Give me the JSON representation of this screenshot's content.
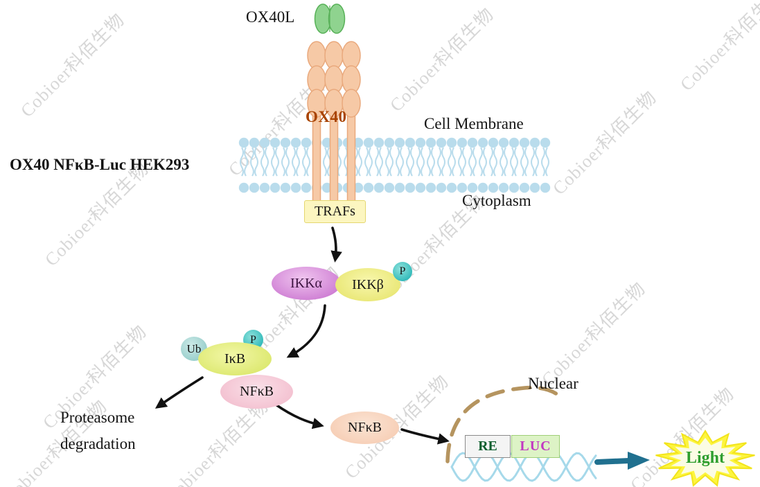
{
  "watermark": {
    "text": "Cobioer科佰生物"
  },
  "labels": {
    "ox40l": "OX40L",
    "ox40": "OX40",
    "cell_membrane": "Cell Membrane",
    "cell_line": "OX40 NFκB-Luc HEK293",
    "cytoplasm": "Cytoplasm",
    "trafs": "TRAFs",
    "ikk_alpha": "IKKα",
    "ikk_beta": "IKKβ",
    "phospho_ikk": "P",
    "phospho_ikb": "P",
    "ubiquitin": "Ub",
    "ikb": "IκB",
    "nfkb_complex": "NFκB",
    "nfkb_free": "NFκB",
    "proteasome_line1": "Proteasome",
    "proteasome_line2": "degradation",
    "nuclear": "Nuclear",
    "re": "RE",
    "luc": "LUC",
    "light": "Light"
  },
  "colors": {
    "receptor": "#f6c9a6",
    "receptor_stroke": "#e9a97d",
    "ligand": "#8fd38f",
    "ligand_stroke": "#58b158",
    "membrane": "#b9dcec",
    "ox40_text": "#a84300",
    "trafs_bg": "#fcf6c0",
    "ikka": "#cf7fd4",
    "ikkb": "#e9e775",
    "phospho": "#2db8b8",
    "ubiquitin": "#93ccc9",
    "ikb": "#dce86e",
    "nfkb1": "#f3bfcf",
    "nfkb2": "#f6cdb4",
    "nuclear_envelope": "#b5945f",
    "dna": "#a6d9ea",
    "re_text": "#0f5f2f",
    "luc_text": "#c238c2",
    "light_text": "#2e9e2e",
    "starburst": "#fdf53e",
    "starburst_inner": "#fbfce4",
    "light_arrow": "#20708f",
    "arrow": "#111111"
  }
}
